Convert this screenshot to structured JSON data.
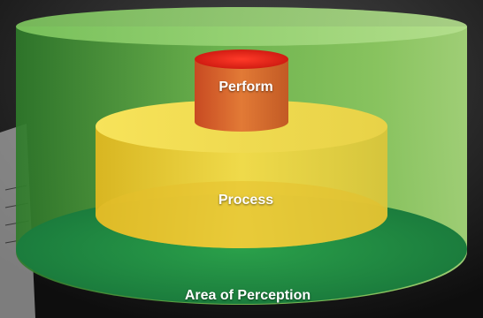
{
  "labels": {
    "perform": "Perform",
    "process": "Process",
    "area": "Area of Perception"
  },
  "colors": {
    "outer_cylinder": "#7cc35a",
    "outer_base": "#1f8a3c",
    "middle_cylinder": "#f2d23c",
    "inner_cylinder": "#d8642a",
    "inner_top": "#e02a1e",
    "background": "#1a1a1a"
  }
}
